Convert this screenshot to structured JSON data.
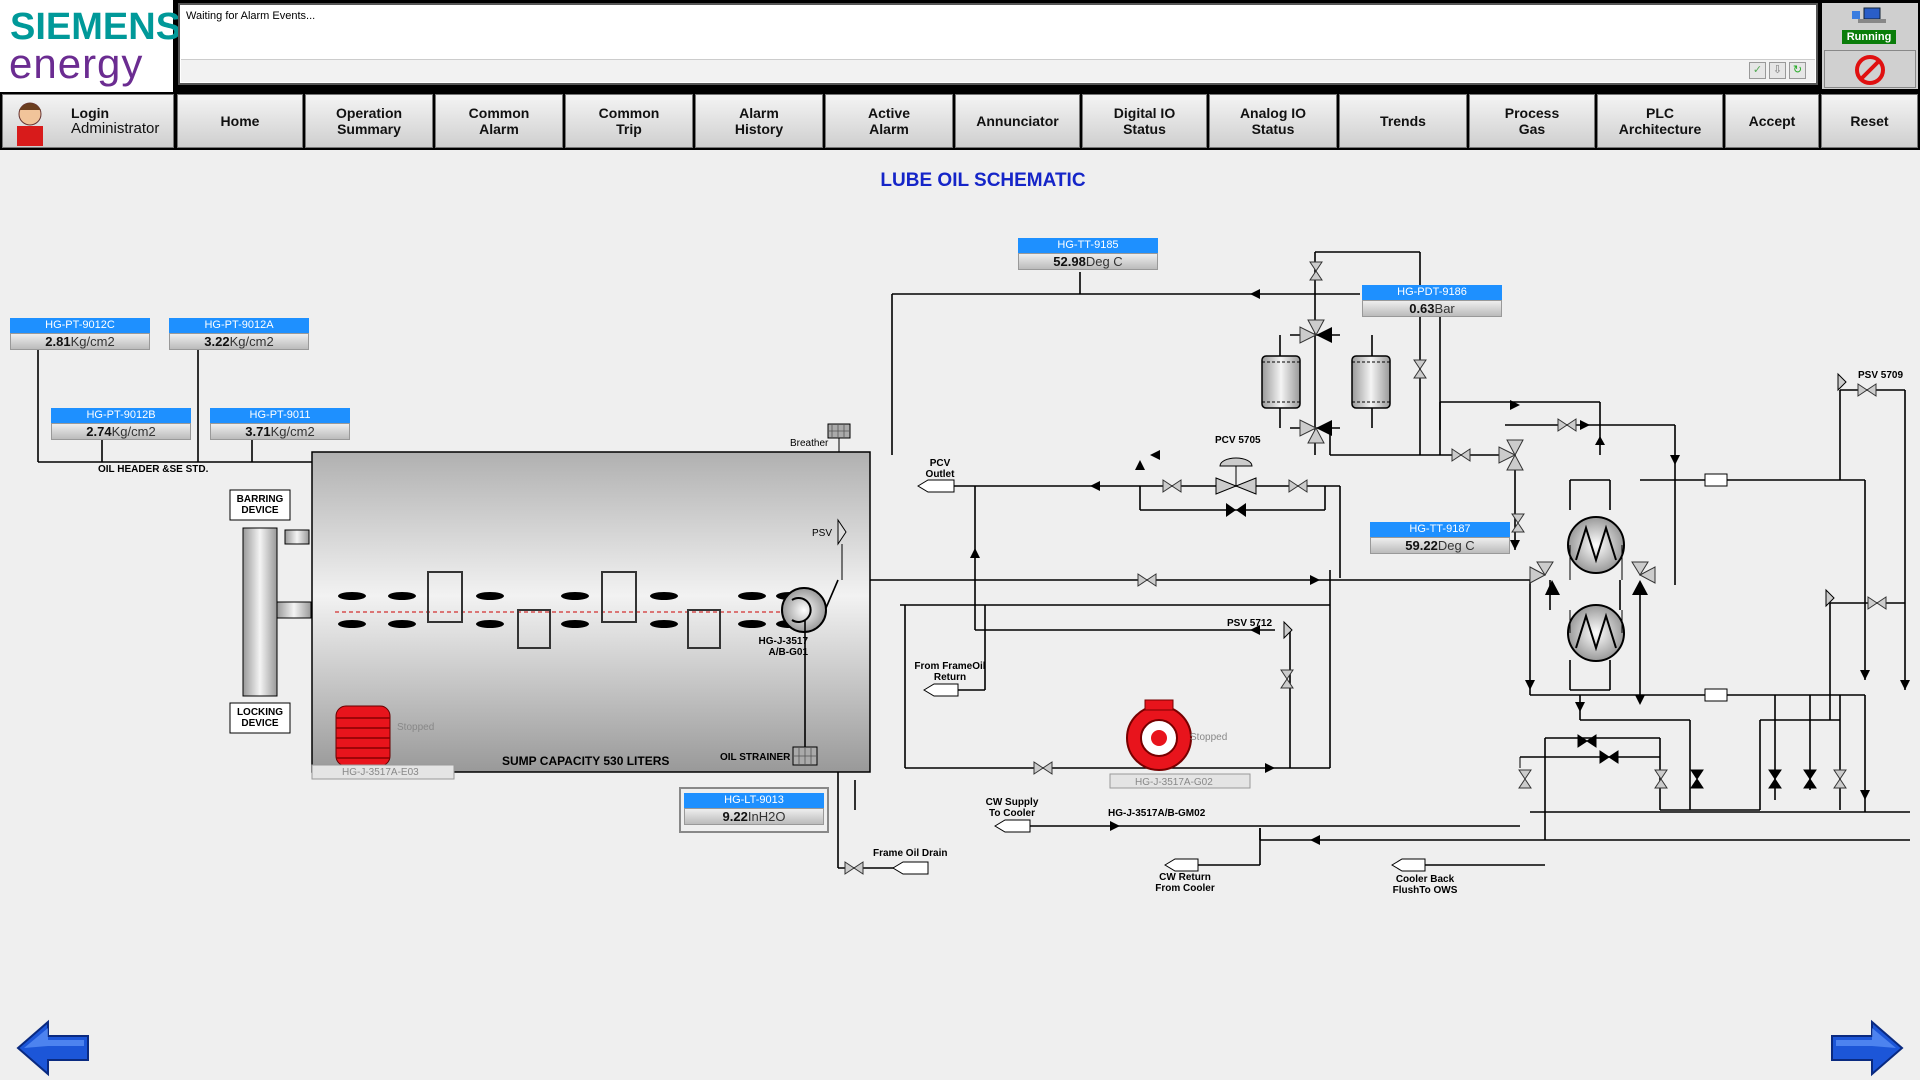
{
  "header": {
    "logo_line1": "SIEMENS",
    "logo_line2": "energy",
    "alarm_message": "Waiting for Alarm Events...",
    "status": "Running"
  },
  "nav": {
    "login": "Login",
    "user": "Administrator",
    "items": [
      {
        "label": "Home"
      },
      {
        "label": "Operation\nSummary"
      },
      {
        "label": "Common\nAlarm"
      },
      {
        "label": "Common\nTrip"
      },
      {
        "label": "Alarm\nHistory"
      },
      {
        "label": "Active\nAlarm"
      },
      {
        "label": "Annunciator"
      },
      {
        "label": "Digital IO\nStatus"
      },
      {
        "label": "Analog IO\nStatus"
      },
      {
        "label": "Trends"
      },
      {
        "label": "Process\nGas"
      },
      {
        "label": "PLC\nArchitecture"
      },
      {
        "label": "Accept"
      },
      {
        "label": "Reset"
      }
    ]
  },
  "page": {
    "title": "LUBE OIL SCHEMATIC"
  },
  "tags": {
    "pt9012c": {
      "name": "HG-PT-9012C",
      "value": "2.81",
      "unit": "Kg/cm2"
    },
    "pt9012a": {
      "name": "HG-PT-9012A",
      "value": "3.22",
      "unit": "Kg/cm2"
    },
    "pt9012b": {
      "name": "HG-PT-9012B",
      "value": "2.74",
      "unit": "Kg/cm2"
    },
    "pt9011": {
      "name": "HG-PT-9011",
      "value": "3.71",
      "unit": "Kg/cm2"
    },
    "tt9185": {
      "name": "HG-TT-9185",
      "value": "52.98",
      "unit": "Deg C"
    },
    "pdt9186": {
      "name": "HG-PDT-9186",
      "value": "0.63",
      "unit": "Bar"
    },
    "tt9187": {
      "name": "HG-TT-9187",
      "value": "59.22",
      "unit": "Deg C"
    },
    "lt9013": {
      "name": "HG-LT-9013",
      "value": "9.22",
      "unit": "InH2O"
    }
  },
  "labels": {
    "oil_header": "OIL HEADER &SE STD.",
    "barring": "BARRING\nDEVICE",
    "locking": "LOCKING\nDEVICE",
    "breather": "Breather",
    "psv": "PSV",
    "pump_main": "HG-J-3517\nA/B-G01",
    "sump": "SUMP CAPACITY 530 LITERS",
    "oil_strainer": "OIL STRAINER",
    "pump_e03": "HG-J-3517A-E03",
    "pump_e03_status": "Stopped",
    "pump_g02": "HG-J-3517A-G02",
    "pump_g02_status": "Stopped",
    "pcv_outlet": "PCV\nOutlet",
    "pcv5705": "PCV 5705",
    "psv5712": "PSV 5712",
    "psv5709": "PSV 5709",
    "from_frame_oil": "From FrameOil\nReturn",
    "cw_supply": "CW Supply\nTo Cooler",
    "gm02": "HG-J-3517A/B-GM02",
    "frame_oil_drain": "Frame Oil Drain",
    "cw_return": "CW Return\nFrom Cooler",
    "cooler_back": "Cooler Back\nFlushTo OWS"
  },
  "colors": {
    "tag_blue": "#1e90ff",
    "title_blue": "#1525c8",
    "pump_red": "#e8141c",
    "running_green": "#0a7d0a"
  }
}
